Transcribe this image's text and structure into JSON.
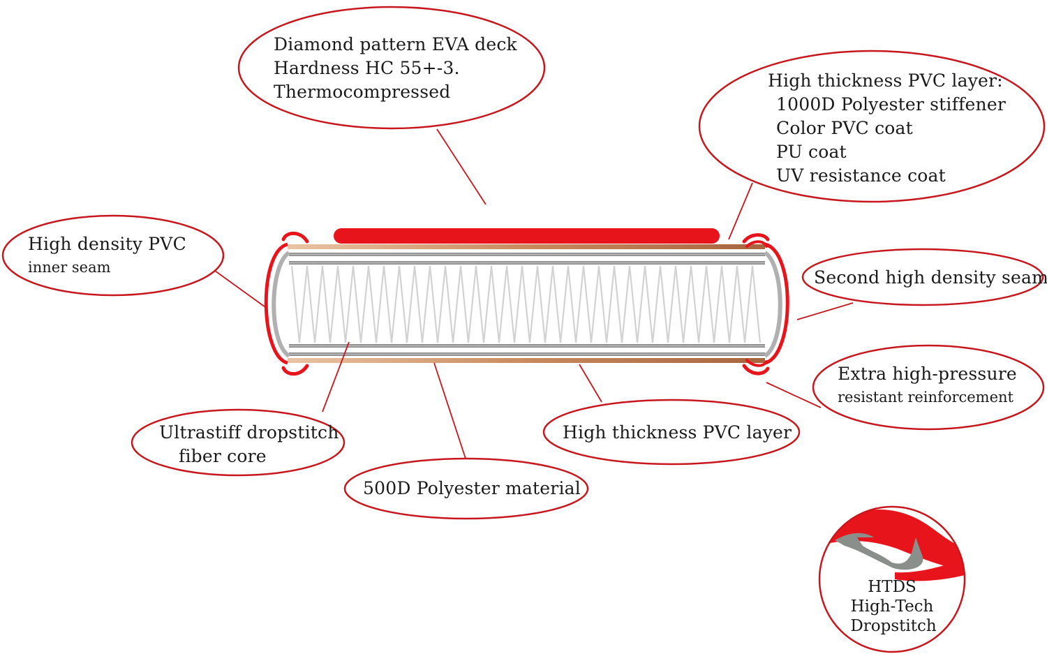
{
  "colors": {
    "accent_red": "#c8161d",
    "bright_red": "#e8141b",
    "copper": "#c98a5e",
    "grey_layer": "#9c9c9c",
    "fiber": "#d2d2d2"
  },
  "callouts": {
    "deck": {
      "line1": "Diamond pattern EVA deck",
      "line2": "Hardness HC 55+-3.",
      "line3": "Thermocompressed"
    },
    "pvc_top": {
      "line1": "High thickness PVC layer:",
      "line2": "1000D Polyester stiffener",
      "line3": "Color PVC coat",
      "line4": "PU coat",
      "line5": "UV resistance coat"
    },
    "inner_seam": {
      "line1": "High density PVC",
      "line2": "inner seam"
    },
    "second_seam": {
      "line1": "Second high density seam"
    },
    "reinforcement": {
      "line1": "Extra high-pressure",
      "line2": "resistant reinforcement"
    },
    "dropstitch": {
      "line1": "Ultrastiff dropstitch",
      "line2": "fiber core"
    },
    "pvc_bottom": {
      "line1": "High thickness PVC layer"
    },
    "polyester": {
      "line1": "500D Polyester material"
    }
  },
  "badge": {
    "line1": "HTDS",
    "line2": "High-Tech",
    "line3": "Dropstitch"
  }
}
